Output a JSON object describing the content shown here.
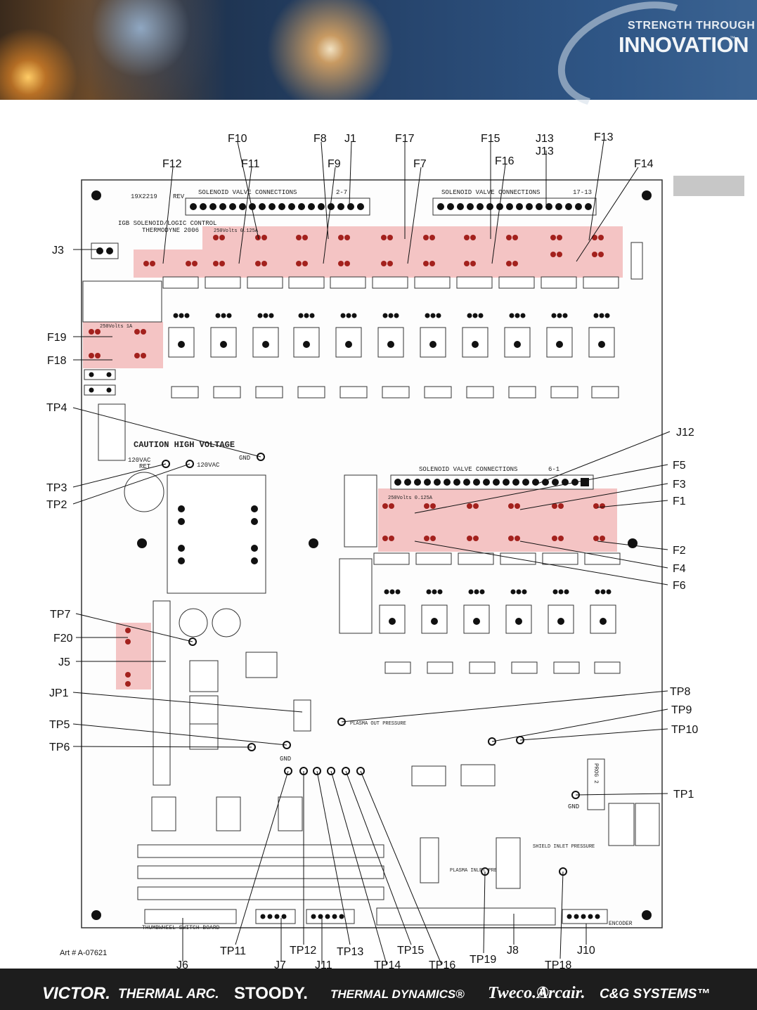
{
  "header": {
    "tagline_top": "STRENGTH THROUGH",
    "tagline_main": "INNOVATION",
    "tagline_tm": "™"
  },
  "board": {
    "part_number": "19X2219",
    "rev_label": "REV",
    "title": "IGB SOLENOID/LOGIC CONTROL",
    "copyright": "THERMODYNE 2006",
    "conn_j1_text": "SOLENOID VALVE CONNECTIONS",
    "conn_j1_range": "2-7",
    "conn_j13_text": "SOLENOID VALVE CONNECTIONS",
    "conn_j13_range": "17-13",
    "conn_j12_text": "SOLENOID VALVE CONNECTIONS",
    "conn_j12_range": "6-1",
    "caution": "CAUTION HIGH VOLTAGE",
    "vac_ret": "120VAC",
    "ret": "RET",
    "vac": "120VAC",
    "gnd": "GND",
    "plasma_out": "PLASMA OUT PRESSURE",
    "plasma_inlet": "PLASMA INLET PRESSURE",
    "shield_inlet": "SHIELD INLET PRESSURE",
    "thumbwheel": "THUMBWHEEL SWITCH BOARD",
    "encoder": "ENCODER",
    "prog": "PROG 2",
    "fuse_rating_a": "250Volts 0.125A",
    "fuse_rating_b": "250Volts 1A",
    "art_number": "Art # A-07621"
  },
  "callouts": {
    "top": [
      "F10",
      "F8",
      "J1",
      "F17",
      "F15",
      "J13",
      "F13",
      "F12",
      "F11",
      "F9",
      "F7",
      "F16",
      "F14",
      "J13"
    ],
    "left": [
      "J3",
      "F19",
      "F18",
      "TP4",
      "TP3",
      "TP2",
      "TP7",
      "F20",
      "J5",
      "JP1",
      "TP5",
      "TP6"
    ],
    "right": [
      "J12",
      "F5",
      "F3",
      "F1",
      "F2",
      "F4",
      "F6",
      "TP8",
      "TP9",
      "TP10",
      "TP1"
    ],
    "bottom": [
      "TP11",
      "TP12",
      "TP13",
      "TP14",
      "TP15",
      "TP16",
      "TP19",
      "J8",
      "TP18",
      "J10",
      "J6",
      "J7",
      "J11"
    ]
  },
  "footer": {
    "brands": [
      "VICTOR.",
      "THERMAL ARC.",
      "STOODY.",
      "THERMAL DYNAMICS®",
      "Tweco.®",
      "Arcair.",
      "C&G SYSTEMS™"
    ]
  },
  "colors": {
    "highlight": "#f4c4c4",
    "banner": "#27466f",
    "footer": "#1d1d1d"
  }
}
